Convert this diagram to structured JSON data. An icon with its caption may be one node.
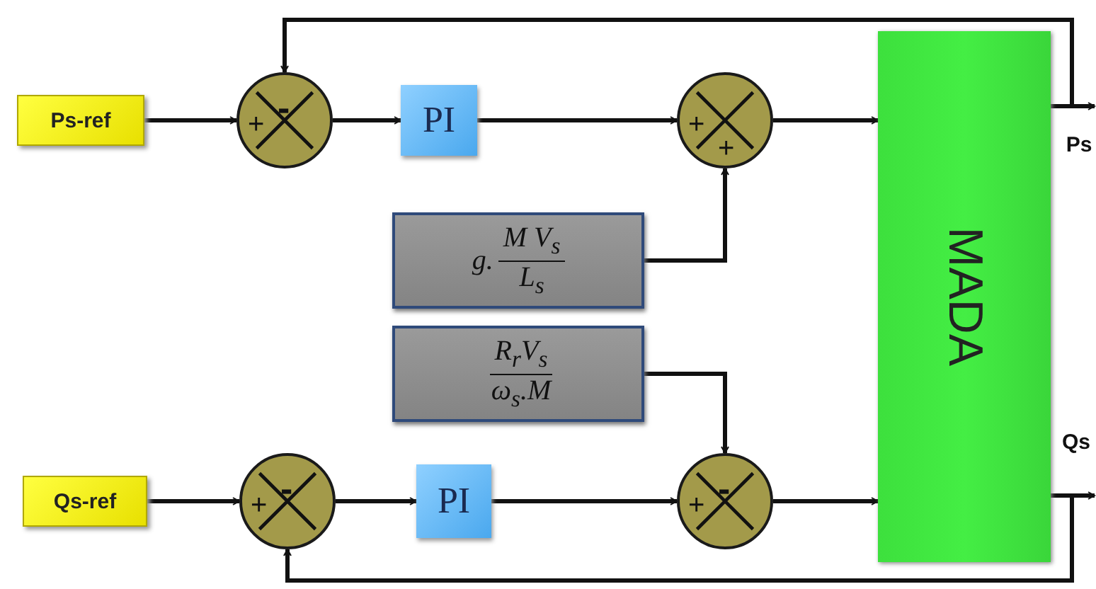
{
  "diagram": {
    "nodes": [
      {
        "text": [
          "Ps-ref"
        ]
      },
      {
        "text": [
          "-",
          "+"
        ]
      },
      {
        "text": [
          "PI"
        ]
      },
      {
        "text": [
          "+",
          "+"
        ]
      },
      {
        "text": [
          "MADA"
        ]
      },
      {
        "text": [
          "g.",
          "M V$_{s}$",
          "L$_{s}$"
        ]
      },
      {
        "text": [
          "R$_{r}$V$_{s}$",
          "ω$_{s}$.M"
        ]
      },
      {
        "text": [
          "-",
          "+"
        ]
      },
      {
        "text": [
          "Qs-ref"
        ]
      },
      {
        "text": [
          "-",
          "+"
        ]
      },
      {
        "text": [
          "PI"
        ]
      },
      {
        "text": [
          "Ps"
        ]
      },
      {
        "text": [
          "Qs"
        ]
      }
    ],
    "edges": [
      {
        "from": 0,
        "to": 1,
        "arrow": "to"
      },
      {
        "from": 1,
        "to": 2,
        "arrow": "to"
      },
      {
        "from": 2,
        "to": 3,
        "arrow": "to"
      },
      {
        "from": 5,
        "to": 3,
        "arrow": "to"
      },
      {
        "from": 3,
        "to": 4,
        "arrow": "to"
      },
      {
        "from": 4,
        "to": 11,
        "arrow": "to"
      },
      {
        "from": 4,
        "to": 1,
        "arrow": "to"
      },
      {
        "from": 6,
        "to": 7,
        "arrow": "to"
      },
      {
        "from": 8,
        "to": 9,
        "arrow": "to"
      },
      {
        "from": 9,
        "to": 10,
        "arrow": "to"
      },
      {
        "from": 10,
        "to": 7,
        "arrow": "to"
      },
      {
        "from": 7,
        "to": 4,
        "arrow": "to"
      },
      {
        "from": 4,
        "to": 12,
        "arrow": "to"
      },
      {
        "from": 4,
        "to": 9,
        "arrow": "to"
      }
    ]
  }
}
